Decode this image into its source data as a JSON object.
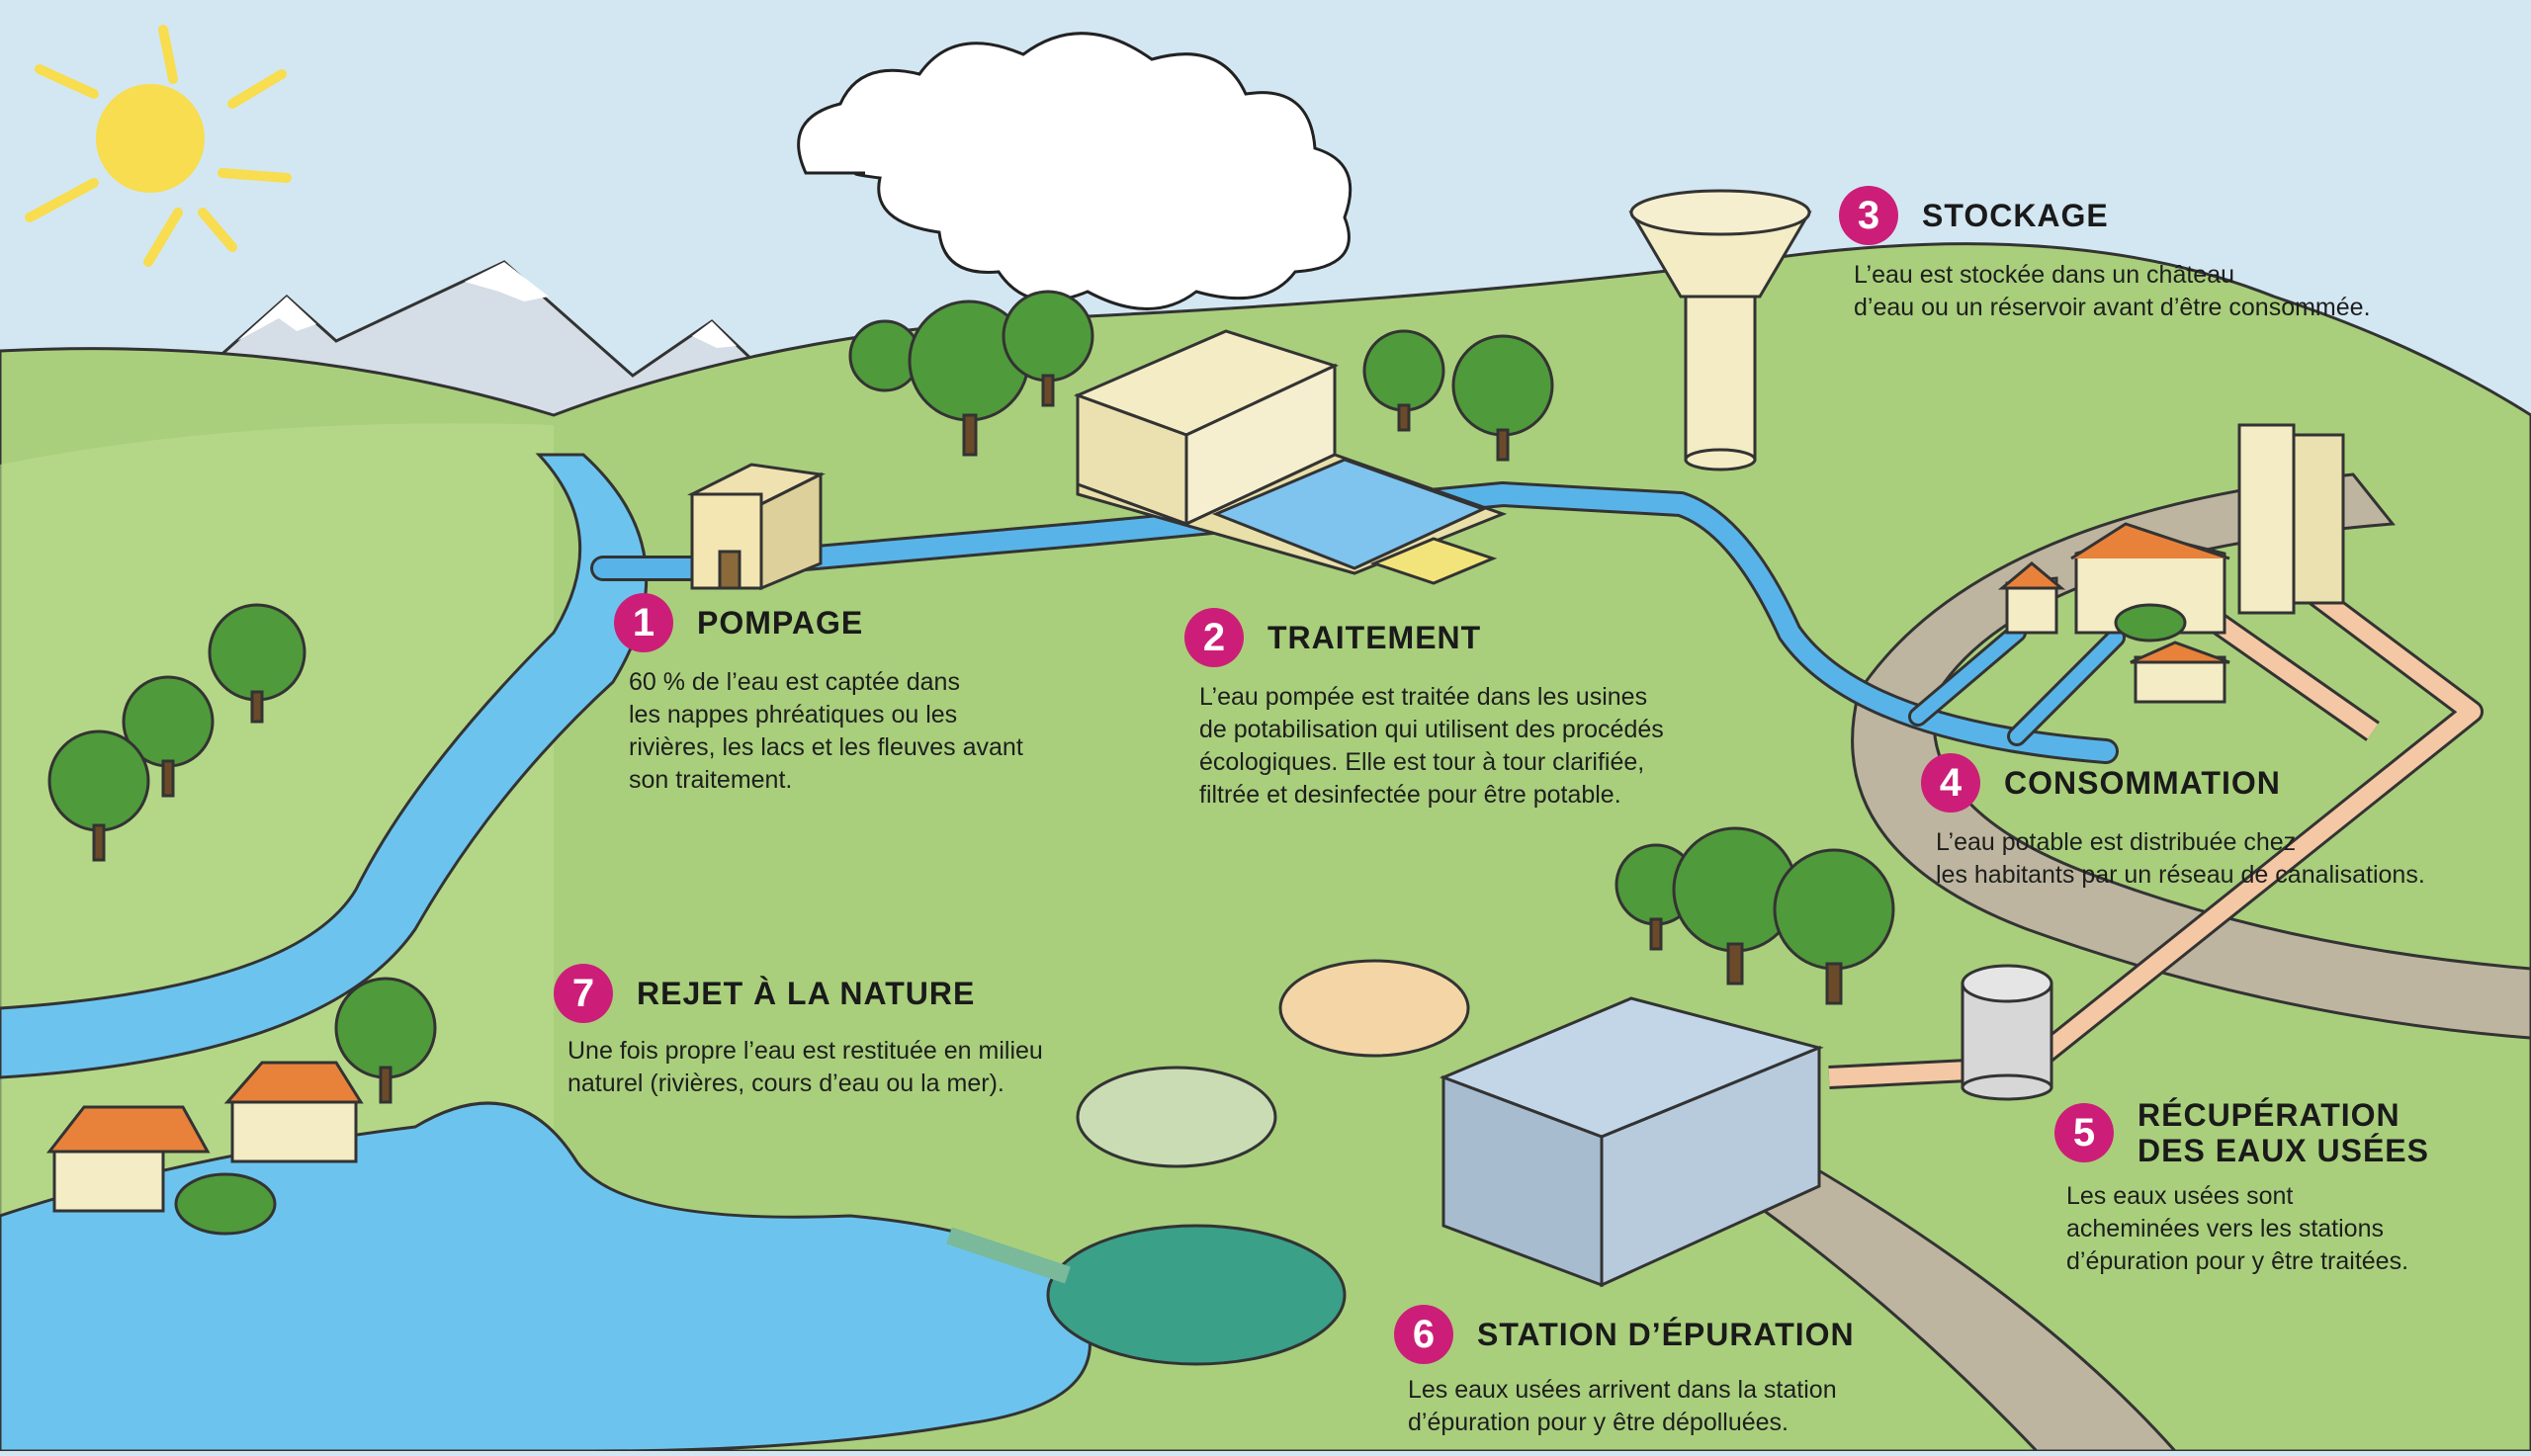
{
  "steps": [
    {
      "id": "pompage",
      "number": "1",
      "title": "POMPAGE",
      "description": [
        "60 % de l’eau est captée dans",
        "les nappes phréatiques ou les",
        "rivières, les lacs et les fleuves avant",
        "son traitement."
      ]
    },
    {
      "id": "traitement",
      "number": "2",
      "title": "TRAITEMENT",
      "description": [
        "L’eau pompée est traitée dans les usines",
        "de potabilisation qui utilisent des procédés",
        "écologiques. Elle est tour à tour clarifiée,",
        "filtrée et desinfectée pour être potable."
      ]
    },
    {
      "id": "stockage",
      "number": "3",
      "title": "STOCKAGE",
      "description": [
        "L’eau est stockée dans un château",
        "d’eau ou un réservoir avant d’être consommée."
      ]
    },
    {
      "id": "consommation",
      "number": "4",
      "title": "CONSOMMATION",
      "description": [
        "L’eau potable est distribuée chez",
        "les habitants par un réseau de canalisations."
      ]
    },
    {
      "id": "recuperation",
      "number": "5",
      "title": [
        "RÉCUPÉRATION",
        "DES EAUX USÉES"
      ],
      "description": [
        "Les eaux usées sont",
        "acheminées vers les stations",
        "d’épuration pour y être traitées."
      ]
    },
    {
      "id": "station-epuration",
      "number": "6",
      "title": "STATION D’ÉPURATION",
      "description": [
        "Les eaux usées arrivent dans la station",
        "d’épuration pour y être dépolluées."
      ]
    },
    {
      "id": "rejet",
      "number": "7",
      "title": "REJET À LA NATURE",
      "description": [
        "Une fois propre l’eau est restituée en milieu",
        "naturel (rivières, cours d’eau ou la mer)."
      ]
    }
  ],
  "colors": {
    "sky": "#d3e7f2",
    "grass": "#a9cf7c",
    "grass_light": "#bddc8f",
    "water": "#6cc4ee",
    "pipe_clean": "#58b4e8",
    "pipe_waste": "#f4c8a4",
    "badge": "#cc1e78",
    "sun": "#f7dd4f",
    "road": "#bdb59f"
  }
}
